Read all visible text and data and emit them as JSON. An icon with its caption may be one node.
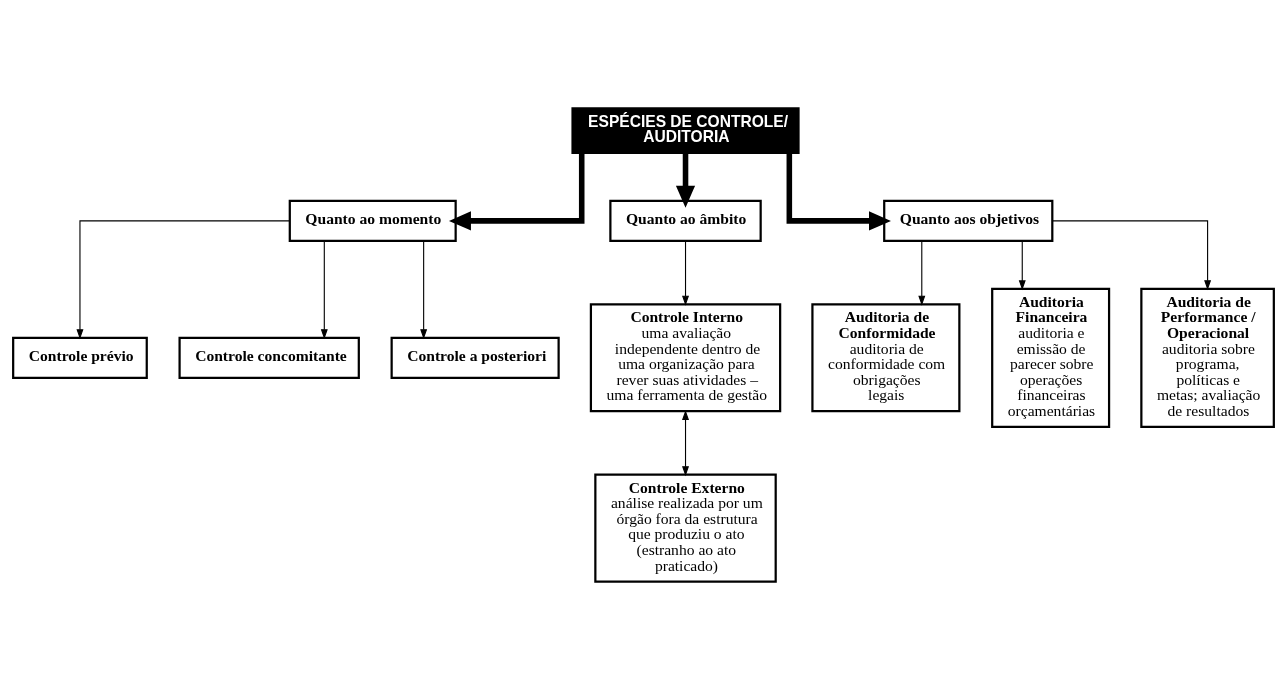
{
  "diagram": {
    "nodes": [
      {
        "text": [
          "ESPÉCIES DE CONTROLE/ AUDITORIA"
        ]
      },
      {
        "text": [
          "Quanto ao momento"
        ]
      },
      {
        "text": [
          "Quanto ao âmbito"
        ]
      },
      {
        "text": [
          "Quanto aos objetivos"
        ]
      },
      {
        "text": [
          "Controle prévio"
        ]
      },
      {
        "text": [
          "Controle concomitante"
        ]
      },
      {
        "text": [
          "Controle a posteriori"
        ]
      },
      {
        "text": [
          "Controle Interno",
          "uma avaliação independente dentro de uma organização para rever suas atividades – uma ferramenta de gestão"
        ]
      },
      {
        "text": [
          "Controle Externo",
          "análise realizada por um órgão fora da estrutura que produziu o ato (estranho ao ato praticado)"
        ]
      },
      {
        "text": [
          "Auditoria de Conformidade",
          "auditoria de conformidade com obrigações legais"
        ]
      },
      {
        "text": [
          "Auditoria Financeira",
          "auditoria e emissão de parecer sobre operações financeiras orçamentárias"
        ]
      },
      {
        "text": [
          "Auditoria de Performance / Operacional",
          "auditoria sobre programa, políticas e metas; avaliação de resultados"
        ]
      }
    ],
    "edges": [
      {
        "from": 0,
        "to": 1,
        "arrow": "to",
        "style": "thick"
      },
      {
        "from": 0,
        "to": 2,
        "arrow": "to",
        "style": "thick"
      },
      {
        "from": 0,
        "to": 3,
        "arrow": "to",
        "style": "thick"
      },
      {
        "from": 1,
        "to": 4,
        "arrow": "to"
      },
      {
        "from": 1,
        "to": 5,
        "arrow": "to"
      },
      {
        "from": 1,
        "to": 6,
        "arrow": "to"
      },
      {
        "from": 2,
        "to": 7,
        "arrow": "to"
      },
      {
        "from": 7,
        "to": 8,
        "arrow": "both"
      },
      {
        "from": 3,
        "to": 9,
        "arrow": "to"
      },
      {
        "from": 3,
        "to": 10,
        "arrow": "to"
      },
      {
        "from": 3,
        "to": 11,
        "arrow": "to"
      }
    ]
  }
}
